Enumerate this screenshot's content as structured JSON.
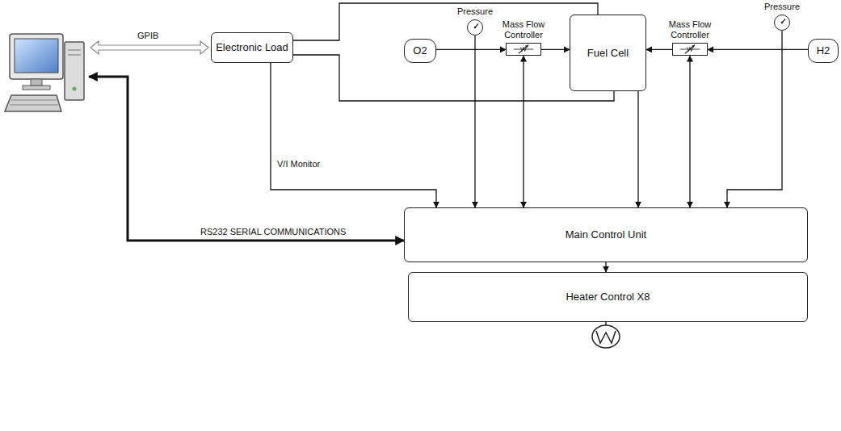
{
  "diagram": {
    "nodes": [
      {
        "text": [
          "Electronic Load"
        ]
      },
      {
        "text": [
          "Pressure"
        ]
      },
      {
        "text": [
          "O2"
        ]
      },
      {
        "text": [
          "Mass Flow Controller"
        ]
      },
      {
        "text": [
          "Fuel Cell"
        ]
      },
      {
        "text": [
          "Mass Flow Controller"
        ]
      },
      {
        "text": [
          "Pressure"
        ]
      },
      {
        "text": [
          "H2"
        ]
      },
      {
        "text": [
          "Main Control Unit"
        ]
      },
      {
        "text": [
          "Heater Control X8"
        ]
      }
    ],
    "edges": [
      {
        "from": 0,
        "to": 4,
        "arrow": "none"
      },
      {
        "from": 0,
        "to": 4,
        "arrow": "none"
      },
      {
        "from": 2,
        "to": 3,
        "arrow": "to"
      },
      {
        "from": 3,
        "to": 4,
        "arrow": "to"
      },
      {
        "from": 7,
        "to": 5,
        "arrow": "to"
      },
      {
        "from": 5,
        "to": 4,
        "arrow": "to"
      },
      {
        "from": 0,
        "to": 8,
        "label": "V/I Monitor",
        "arrow": "to"
      },
      {
        "from": 1,
        "to": 8,
        "arrow": "to"
      },
      {
        "from": 3,
        "to": 8,
        "arrow": "both"
      },
      {
        "from": 4,
        "to": 8,
        "arrow": "to"
      },
      {
        "from": 5,
        "to": 8,
        "arrow": "both"
      },
      {
        "from": 6,
        "to": 8,
        "arrow": "to"
      },
      {
        "from": 8,
        "to": 9,
        "arrow": "to"
      }
    ],
    "labels": [
      "GPIB",
      "RS232 SERIAL COMMUNICATIONS"
    ]
  }
}
